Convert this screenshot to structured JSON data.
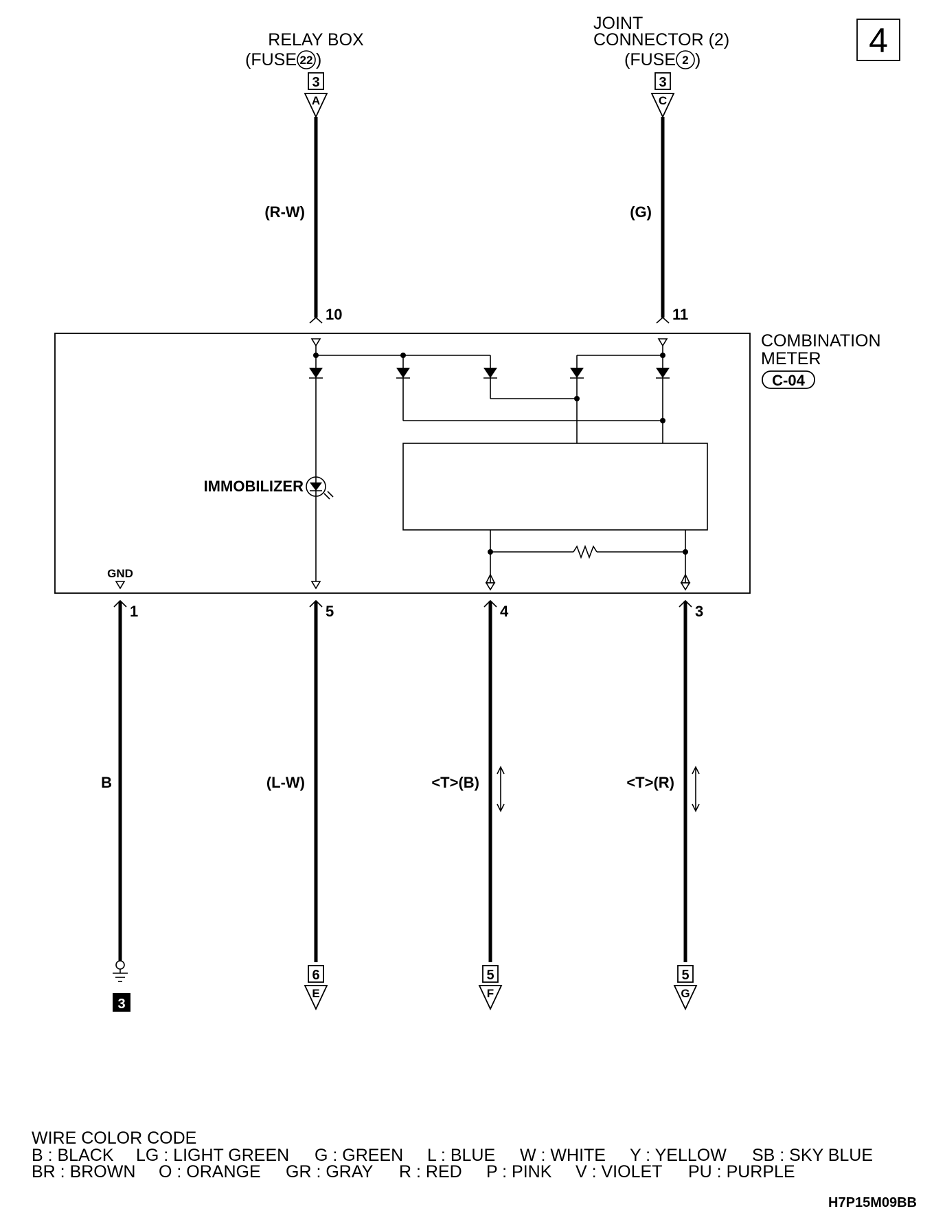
{
  "page_number": "4",
  "top_connectors": {
    "relay_box": {
      "title": "RELAY BOX",
      "fuse_prefix": "(FUSE",
      "fuse_num": "22",
      "fuse_suffix": ")",
      "page_ref": "3",
      "letter": "A",
      "wire_color": "(R-W)",
      "pin": "10"
    },
    "joint_connector": {
      "title_line1": "JOINT",
      "title_line2": "CONNECTOR (2)",
      "fuse_prefix": "(FUSE",
      "fuse_num": "2",
      "fuse_suffix": ")",
      "page_ref": "3",
      "letter": "C",
      "wire_color": "(G)",
      "pin": "11"
    }
  },
  "component": {
    "name_line1": "COMBINATION",
    "name_line2": "METER",
    "connector": "C-04",
    "immobilizer_label": "IMMOBILIZER",
    "gnd_label": "GND"
  },
  "bottom_wires": [
    {
      "pin": "1",
      "wire_color": "B",
      "ground_ref": "3"
    },
    {
      "pin": "5",
      "wire_color": "(L-W)",
      "page_ref": "6",
      "letter": "E"
    },
    {
      "pin": "4",
      "wire_color": "<T>(B)",
      "page_ref": "5",
      "letter": "F"
    },
    {
      "pin": "3",
      "wire_color": "<T>(R)",
      "page_ref": "5",
      "letter": "G"
    }
  ],
  "legend": {
    "title": "WIRE COLOR CODE",
    "row1": [
      "B : BLACK",
      "LG : LIGHT GREEN",
      "G : GREEN",
      "L : BLUE",
      "W : WHITE",
      "Y : YELLOW",
      "SB : SKY BLUE"
    ],
    "row2": [
      "BR : BROWN",
      "O : ORANGE",
      "GR : GRAY",
      "R : RED",
      "P : PINK",
      "V : VIOLET",
      "PU : PURPLE"
    ]
  },
  "diagram_code": "H7P15M09BB"
}
